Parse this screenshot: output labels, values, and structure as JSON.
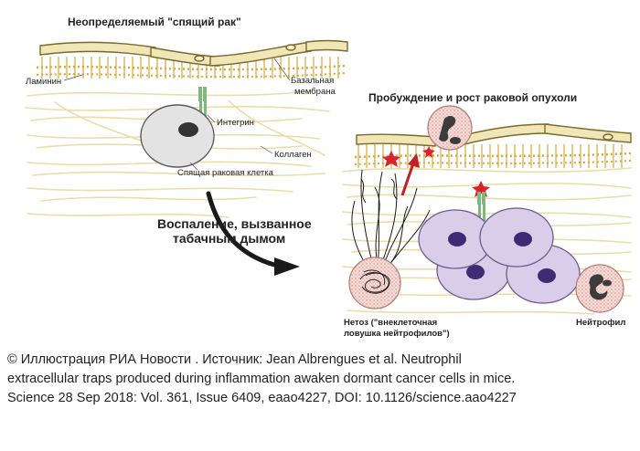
{
  "diagram": {
    "left_title": "Неопределяемый \"спящий рак\"",
    "right_title": "Пробуждение и рост раковой опухоли",
    "arrow_label_1": "Воспаление, вызванное",
    "arrow_label_2": "табачным дымом",
    "labels": {
      "laminin": "Ламинин",
      "basement_1": "Базальная",
      "basement_2": "мембрана",
      "integrin": "Интегрин",
      "collagen": "Коллаген",
      "dormant_cell": "Спящая раковая клетка",
      "netosis_1": "Нетоз (\"внеклеточная",
      "netosis_2": "ловушка нейтрофилов\")",
      "neutrophil": "Нейтрофил"
    },
    "colors": {
      "membrane_fill": "#f1e6b8",
      "membrane_stroke": "#7a6a2a",
      "laminin": "#d4a93a",
      "collagen": "#ecdca6",
      "dormant_cell": "#e3e3e3",
      "cancer_cell": "#d9cdea",
      "nucleus": "#3f2b73",
      "neutrophil": "#f4d3cf",
      "integrin": "#7fb77e",
      "star": "#d8232a"
    }
  },
  "caption": {
    "line1": "© Иллюстрация РИА Новости . Источник: Jean Albrengues et al. Neutrophil",
    "line2": "extracellular traps produced during inflammation awaken dormant cancer cells in mice.",
    "line3": "Science 28 Sep 2018: Vol. 361, Issue 6409, eaao4227, DOI: 10.1126/science.aao4227"
  }
}
